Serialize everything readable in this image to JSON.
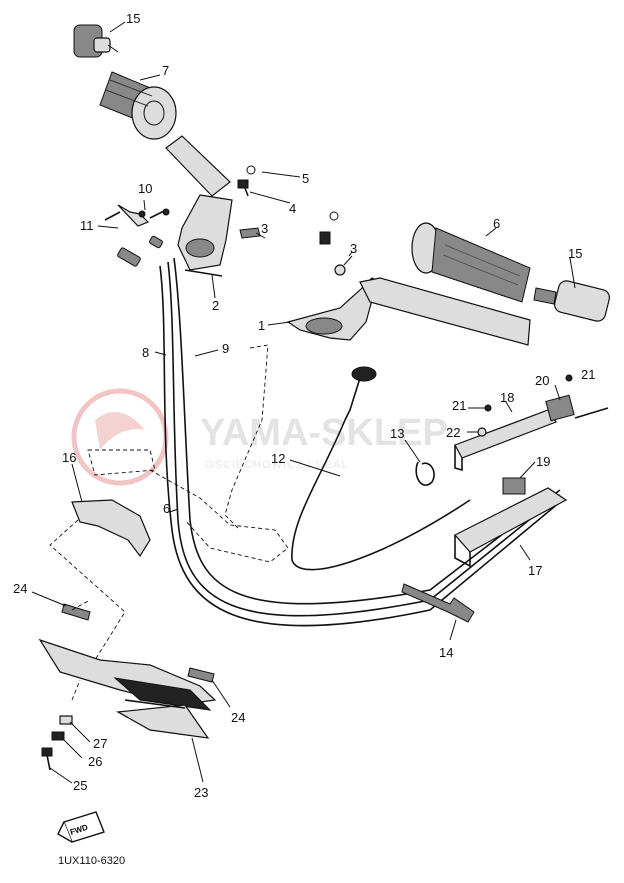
{
  "diagram": {
    "drawing_code": "1UX110-6320",
    "watermark": {
      "title": "YAMA-SKLEP",
      "subtitle": "OŚCIECHOWICZ | DEAL"
    },
    "fwd_badge": "FWD",
    "callouts": {
      "c15a": "15",
      "c7": "7",
      "c10": "10",
      "c11": "11",
      "c5": "5",
      "c4": "4",
      "c3a": "3",
      "c3b": "3",
      "c6a": "6",
      "c15b": "15",
      "c2": "2",
      "c1": "1",
      "c8": "8",
      "c9": "9",
      "c20": "20",
      "c21a": "21",
      "c21b": "21",
      "c18": "18",
      "c22": "22",
      "c13": "13",
      "c12": "12",
      "c19": "19",
      "c16": "16",
      "c6b": "6",
      "c17": "17",
      "c24a": "24",
      "c14": "14",
      "c24b": "24",
      "c27": "27",
      "c26": "26",
      "c25": "25",
      "c23": "23"
    }
  }
}
